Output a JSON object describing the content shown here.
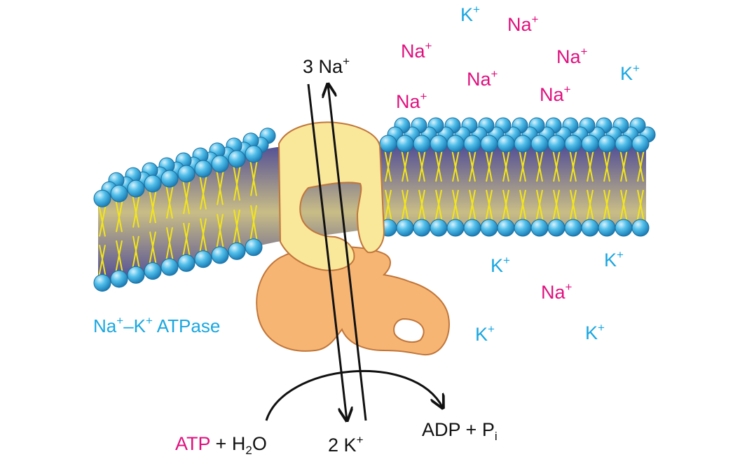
{
  "colors": {
    "sodium": "#e0117f",
    "potassium": "#1ba7e0",
    "lipid_head": "#4cb8e6",
    "lipid_tail": "#f2e51b",
    "bilayer_core": "#6e63a8",
    "protein_upper": "#f9e79a",
    "protein_lower": "#f7b573",
    "protein_outline": "#c0763a",
    "arrow": "#111111"
  },
  "diagram": {
    "ion_na_symbol": "Na",
    "ion_k_symbol": "K",
    "ion_charge": "+",
    "outside_ions": [
      "K",
      "Na",
      "Na",
      "Na",
      "K",
      "Na",
      "Na",
      "Na"
    ],
    "inside_ions": [
      "K",
      "K",
      "Na",
      "K",
      "K"
    ],
    "flux_out": {
      "count": "3",
      "ion": "Na",
      "charge": "+"
    },
    "flux_in": {
      "count": "2",
      "ion": "K",
      "charge": "+"
    },
    "enzyme_label": {
      "na": "Na",
      "k": "K",
      "charge": "+",
      "dash": "–",
      "name": "ATPase"
    },
    "reactants": {
      "atp": "ATP",
      "plus": "+",
      "water_h": "H",
      "water_2": "2",
      "water_o": "O"
    },
    "products": {
      "adp": "ADP",
      "plus": "+",
      "pi": "P",
      "pi_sub": "i"
    }
  }
}
